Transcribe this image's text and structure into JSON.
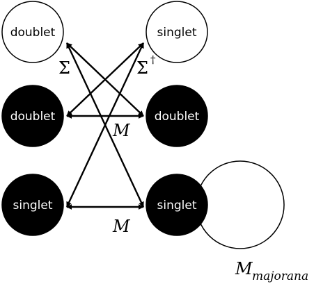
{
  "nodes": {
    "top_left": {
      "label": "doublet",
      "fill": "#ffffff",
      "text_color": "#000000"
    },
    "top_right": {
      "label": "singlet",
      "fill": "#ffffff",
      "text_color": "#000000"
    },
    "mid_left": {
      "label": "doublet",
      "fill": "#000000",
      "text_color": "#ffffff"
    },
    "mid_right": {
      "label": "doublet",
      "fill": "#000000",
      "text_color": "#ffffff"
    },
    "bot_left": {
      "label": "singlet",
      "fill": "#000000",
      "text_color": "#ffffff"
    },
    "bot_right": {
      "label": "singlet",
      "fill": "#000000",
      "text_color": "#ffffff"
    }
  },
  "labels": {
    "sigma": "Σ",
    "sigma_dagger_base": "Σ",
    "sigma_dagger_sup": "†",
    "m_middle": "M",
    "m_bottom": "M",
    "m_majorana_base": "M",
    "m_majorana_sub": "majorana"
  },
  "colors": {
    "stroke": "#000000",
    "background": "#ffffff"
  }
}
